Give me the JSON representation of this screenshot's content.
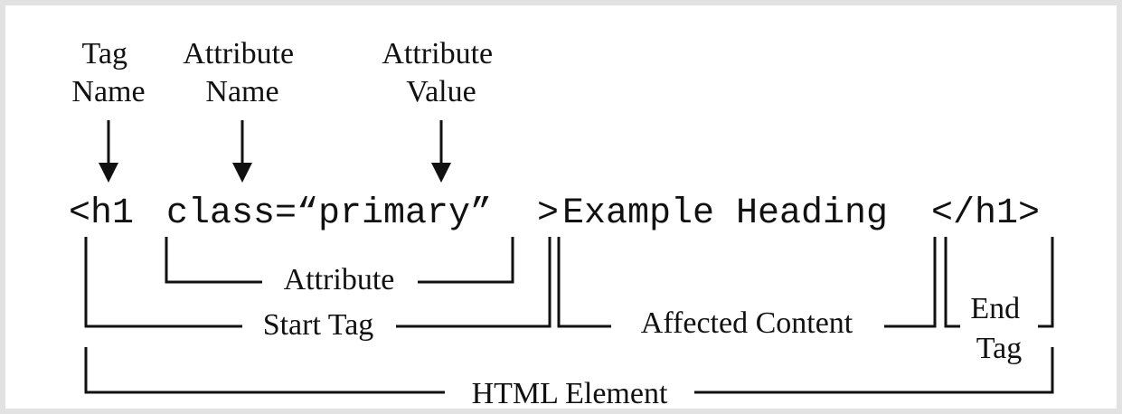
{
  "labels": {
    "tag_name": [
      "Tag",
      "Name"
    ],
    "attribute_name": [
      "Attribute",
      "Name"
    ],
    "attribute_value": [
      "Attribute",
      "Value"
    ]
  },
  "code": {
    "start_tag_open": "<h1",
    "attribute": "class=“primary”",
    "start_tag_close": ">",
    "content": "Example Heading",
    "end_tag": "</h1>"
  },
  "brackets": {
    "attribute": "Attribute",
    "start_tag": "Start Tag",
    "affected_content": "Affected Content",
    "end_tag": [
      "End",
      "Tag"
    ],
    "html_element": "HTML Element"
  }
}
